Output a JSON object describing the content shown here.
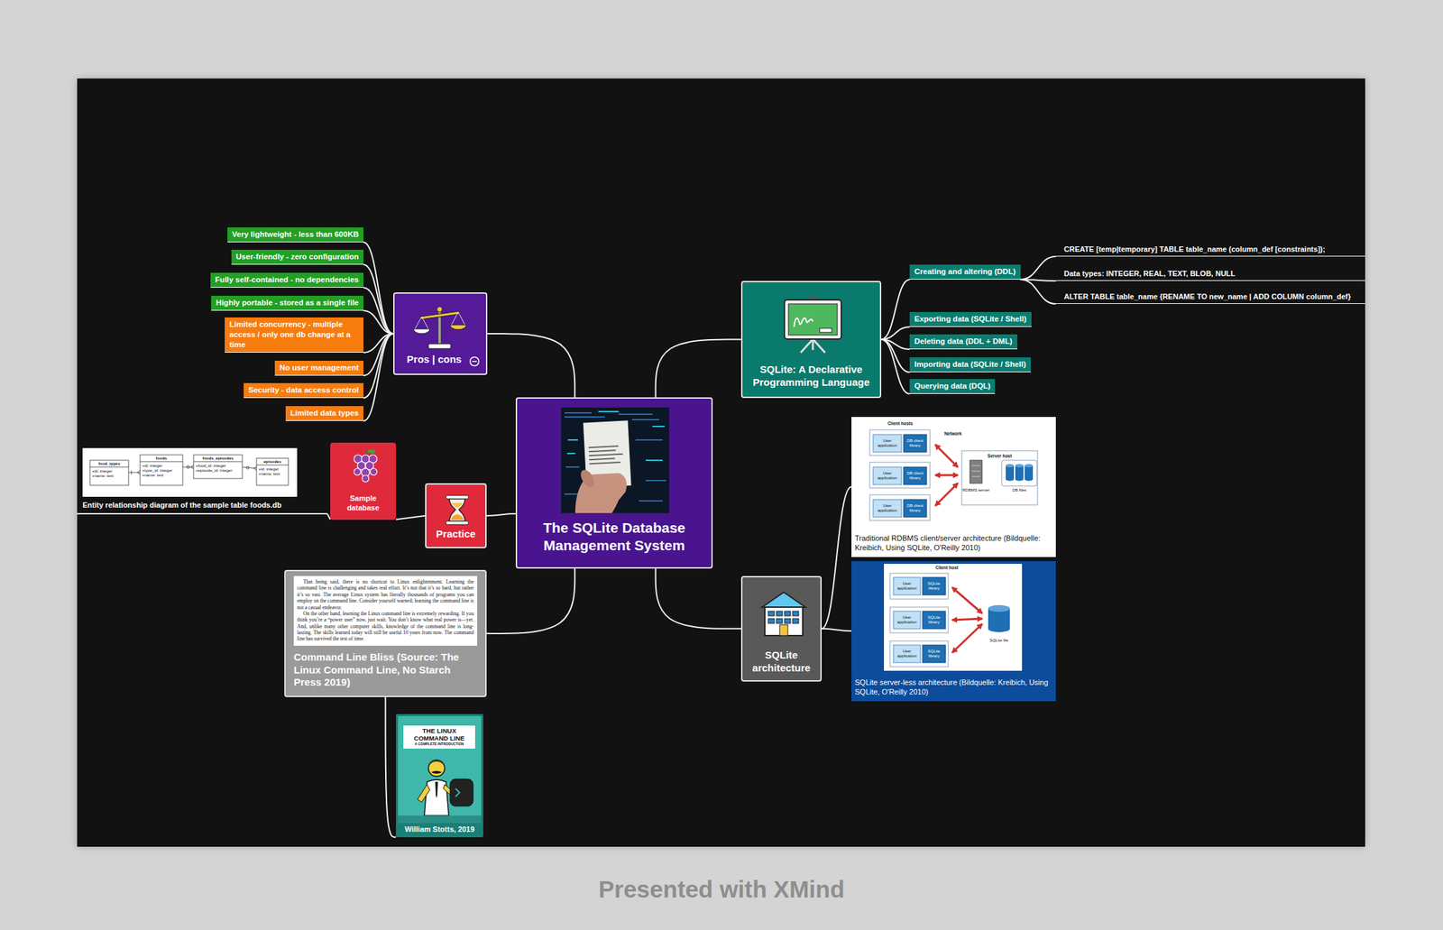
{
  "diagram": {
    "caption": "Presented with XMind",
    "nodes": [
      {
        "text": [
          "The SQLite Database Management System"
        ]
      },
      {
        "text": [
          "Pros | cons"
        ]
      },
      {
        "text": [
          "Very lightweight - less than 600KB"
        ]
      },
      {
        "text": [
          "User-friendly - zero configuration"
        ]
      },
      {
        "text": [
          "Fully self-contained - no dependencies"
        ]
      },
      {
        "text": [
          "Highly portable - stored as a single file"
        ]
      },
      {
        "text": [
          "Limited concurrency - multiple access / only one db change at a time"
        ]
      },
      {
        "text": [
          "No user management"
        ]
      },
      {
        "text": [
          "Security - data access control"
        ]
      },
      {
        "text": [
          "Limited data types"
        ]
      },
      {
        "text": [
          "SQLite: A Declarative Programming Language"
        ]
      },
      {
        "text": [
          "Creating and altering (DDL)"
        ]
      },
      {
        "text": [
          "CREATE [temp|temporary] TABLE table_name (column_def [constraints]);"
        ]
      },
      {
        "text": [
          "Data types: INTEGER, REAL, TEXT, BLOB, NULL"
        ]
      },
      {
        "text": [
          "ALTER TABLE table_name {RENAME TO new_name | ADD COLUMN column_def}"
        ]
      },
      {
        "text": [
          "Exporting data (SQLite / Shell)"
        ]
      },
      {
        "text": [
          "Deleting data (DDL + DML)"
        ]
      },
      {
        "text": [
          "Importing data (SQLite / Shell)"
        ]
      },
      {
        "text": [
          "Querying data (DQL)"
        ]
      },
      {
        "text": [
          "SQLite architecture"
        ]
      },
      {
        "text": [
          "Traditional RDBMS client/server architecture (Bildquelle: Kreibich, Using SQLite, O'Reilly 2010)"
        ]
      },
      {
        "text": [
          "SQLite server-less architecture (Bildquelle: Kreibich, Using SQLite, O'Reilly 2010)"
        ]
      },
      {
        "text": [
          "Practice"
        ]
      },
      {
        "text": [
          "Sample database"
        ]
      },
      {
        "text": [
          "Entity relationship diagram of the sample table foods.db"
        ]
      },
      {
        "text": [
          "That being said, there is no shortcut to Linux enlightenment. Learning the command line is challenging and takes real effort. It’s not that it’s so hard, but rather it’s so vast. The average Linux system has literally thousands of programs you can employ on the command line. Consider yourself warned; learning the command line is not a casual endeavor.",
          "On the other hand, learning the Linux command line is extremely rewarding. If you think you’re a “power user” now, just wait. You don’t know what real power is—yet. And, unlike many other computer skills, knowledge of the command line is long-lasting. The skills learned today will still be useful 10 years from now. The command line has survived the test of time.",
          "Command Line Bliss (Source: The Linux Command Line, No Starch Press 2019)"
        ]
      },
      {
        "text": [
          "William Stotts, 2019"
        ]
      }
    ],
    "edges": [
      {
        "from": 0,
        "to": 1,
        "arrow": "none"
      },
      {
        "from": 1,
        "to": 2,
        "arrow": "none"
      },
      {
        "from": 1,
        "to": 3,
        "arrow": "none"
      },
      {
        "from": 1,
        "to": 4,
        "arrow": "none"
      },
      {
        "from": 1,
        "to": 5,
        "arrow": "none"
      },
      {
        "from": 1,
        "to": 6,
        "arrow": "none"
      },
      {
        "from": 1,
        "to": 7,
        "arrow": "none"
      },
      {
        "from": 1,
        "to": 8,
        "arrow": "none"
      },
      {
        "from": 1,
        "to": 9,
        "arrow": "none"
      },
      {
        "from": 0,
        "to": 10,
        "arrow": "none"
      },
      {
        "from": 10,
        "to": 11,
        "arrow": "none"
      },
      {
        "from": 11,
        "to": 12,
        "arrow": "none"
      },
      {
        "from": 11,
        "to": 13,
        "arrow": "none"
      },
      {
        "from": 11,
        "to": 14,
        "arrow": "none"
      },
      {
        "from": 10,
        "to": 15,
        "arrow": "none"
      },
      {
        "from": 10,
        "to": 16,
        "arrow": "none"
      },
      {
        "from": 10,
        "to": 17,
        "arrow": "none"
      },
      {
        "from": 10,
        "to": 18,
        "arrow": "none"
      },
      {
        "from": 0,
        "to": 19,
        "arrow": "none"
      },
      {
        "from": 19,
        "to": 20,
        "arrow": "none"
      },
      {
        "from": 19,
        "to": 21,
        "arrow": "none"
      },
      {
        "from": 0,
        "to": 22,
        "arrow": "none"
      },
      {
        "from": 22,
        "to": 23,
        "arrow": "none"
      },
      {
        "from": 23,
        "to": 24,
        "arrow": "none"
      },
      {
        "from": 0,
        "to": 25,
        "arrow": "none"
      },
      {
        "from": 25,
        "to": 26,
        "arrow": "none"
      }
    ],
    "labels": [
      "food_types",
      "+id: integer",
      "+name: text",
      "foods",
      "+id: integer",
      "+type_id: integer",
      "+name: text",
      "foods_episodes",
      "+food_id: integer",
      "+episode_id: integer",
      "episodes",
      "+id: integer",
      "+name: text",
      "Client hosts",
      "Network",
      "Server host",
      "User application",
      "DB client library",
      "User application",
      "DB client library",
      "User application",
      "DB client library",
      "RDBMS server",
      "DB files",
      "Client host",
      "User application",
      "SQLite library",
      "User application",
      "SQLite library",
      "User application",
      "SQLite library",
      "SQLite file",
      "THE LINUX COMMAND LINE",
      "A COMPLETE INTRODUCTION"
    ]
  }
}
